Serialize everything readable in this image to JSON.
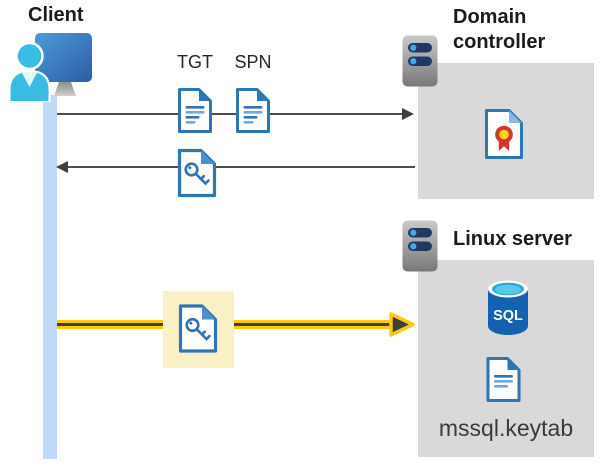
{
  "client": {
    "label": "Client"
  },
  "tickets": {
    "tgt": "TGT",
    "spn": "SPN"
  },
  "domain_controller": {
    "label": "Domain controller"
  },
  "linux_server": {
    "label": "Linux server",
    "keytab_file": "mssql.keytab",
    "sql_badge": "SQL"
  },
  "icons": {
    "client": "user-at-workstation-icon",
    "server": "server-icon",
    "ticket_document": "document-icon",
    "key_ticket": "key-document-icon",
    "certificate": "certificate-icon",
    "sql_database": "sql-database-icon"
  },
  "colors": {
    "accent_blue": "#2e75b6",
    "person_cyan": "#39bce2",
    "timeline_bar": "#bfd9f8",
    "panel_gray": "#d9d9d9",
    "arrow_gray": "#4d4d4d",
    "arrow_yellow": "#ffc914",
    "arrow_core": "#404040",
    "highlight_yellow": "#faf0c8",
    "cert_red": "#d2372b",
    "cert_gold": "#ffd21e",
    "sql_blue": "#1361b0",
    "server_pill_navy": "#1f3864"
  }
}
